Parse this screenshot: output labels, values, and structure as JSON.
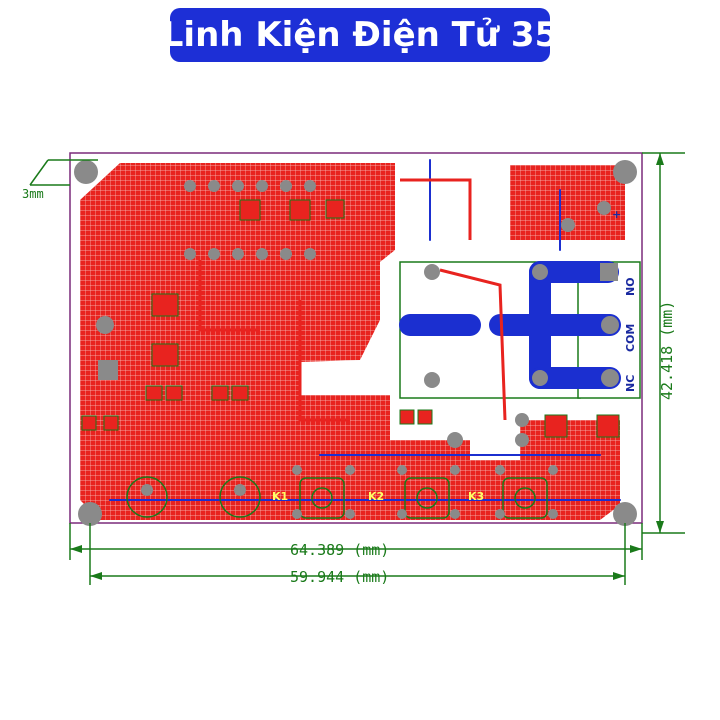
{
  "banner": {
    "title": "Linh Kiện Điện Tử 35"
  },
  "dimensions": {
    "width_outer": "64.389 (mm)",
    "width_inner": "59.944 (mm)",
    "height": "42.418 (mm)",
    "corner_label": "3mm"
  },
  "relay_labels": {
    "no": "NO",
    "com": "COM",
    "nc": "NC"
  },
  "silk": {
    "k1": "K1",
    "k2": "K2",
    "k3": "K3",
    "plus": "+"
  },
  "colors": {
    "copper_top": "#e8231f",
    "copper_bottom": "#1b2fd0",
    "board_outline": "#7a2a7a",
    "dimension": "#1a7a1a",
    "banner": "#1d2fd6"
  }
}
